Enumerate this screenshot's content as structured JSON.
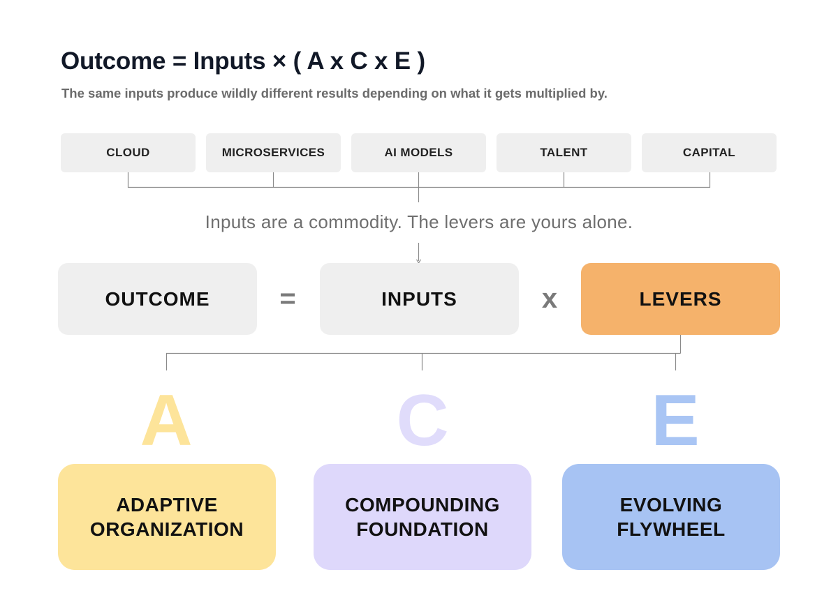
{
  "header": {
    "title": "Outcome = Inputs × ( A x C x E )",
    "subtitle": "The same inputs produce wildly different results depending on what it gets multiplied by."
  },
  "inputs": [
    "CLOUD",
    "MICROSERVICES",
    "AI MODELS",
    "TALENT",
    "CAPITAL"
  ],
  "tagline": "Inputs are a commodity. The levers are yours alone.",
  "equation": {
    "outcome": "OUTCOME",
    "equals": "=",
    "inputs": "INPUTS",
    "times": "x",
    "levers": "LEVERS"
  },
  "levers": [
    {
      "letter": "A",
      "line1": "ADAPTIVE",
      "line2": "ORGANIZATION"
    },
    {
      "letter": "C",
      "line1": "COMPOUNDING",
      "line2": "FOUNDATION"
    },
    {
      "letter": "E",
      "line1": "EVOLVING",
      "line2": "FLYWHEEL"
    }
  ],
  "colors": {
    "box_gray": "#efefef",
    "levers_orange": "#f5b26b",
    "a_yellow_box": "#fde49a",
    "a_yellow_letter": "#fde49a",
    "c_lavender_box": "#ded8fb",
    "c_lavender_letter": "#e0dcfb",
    "e_blue_box": "#a7c3f3",
    "e_blue_letter": "#a9c5f4",
    "connector": "#8a8a8a"
  }
}
